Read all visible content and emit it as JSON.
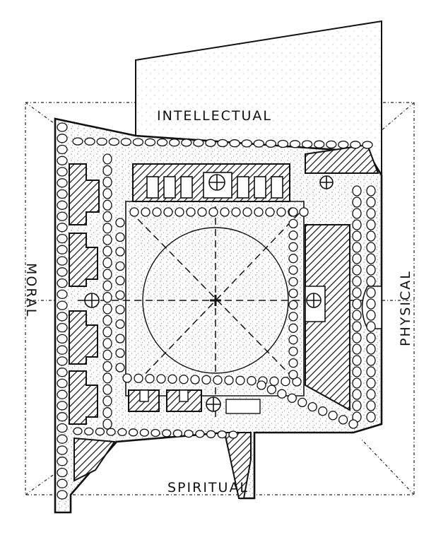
{
  "diagram": {
    "labels": {
      "top": "INTELLECTUAL",
      "left": "MORAL",
      "right": "PHYSICAL",
      "bottom": "SPIRITUAL"
    },
    "style": {
      "ink": "#111111",
      "paper": "#ffffff"
    }
  }
}
